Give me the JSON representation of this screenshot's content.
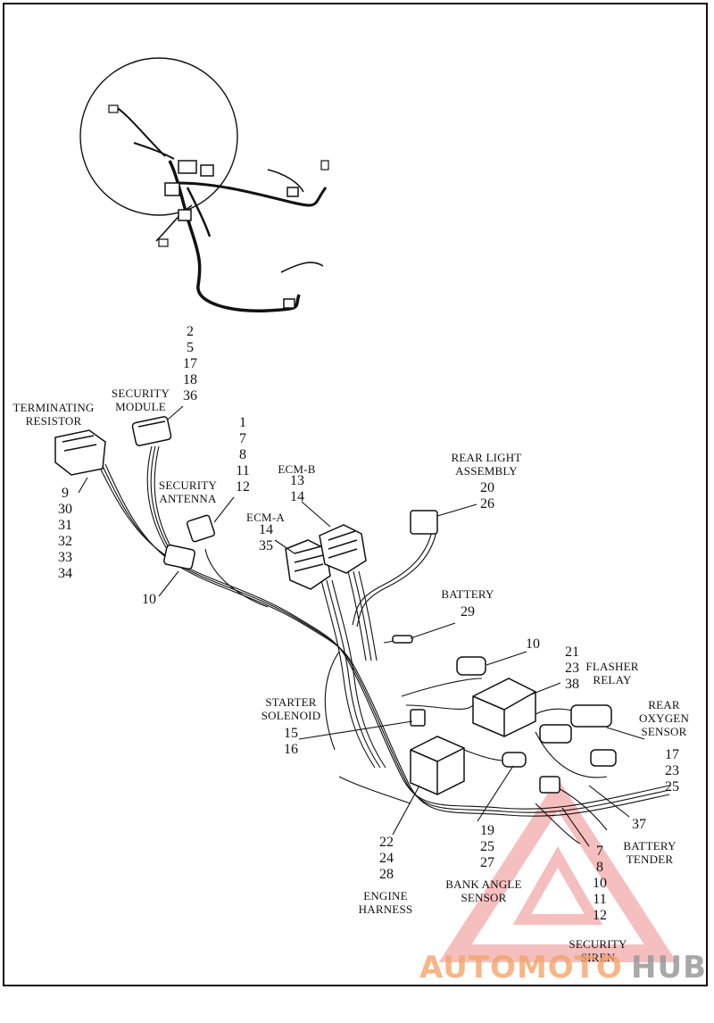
{
  "labels": {
    "terminating_resistor": [
      "TERMINATING",
      "RESISTOR"
    ],
    "security_module": [
      "SECURITY",
      "MODULE"
    ],
    "security_antenna": [
      "SECURITY",
      "ANTENNA"
    ],
    "ecm_b": "ECM-B",
    "ecm_a": "ECM-A",
    "rear_light_assembly": [
      "REAR LIGHT",
      "ASSEMBLY"
    ],
    "battery": "BATTERY",
    "flasher_relay": [
      "FLASHER",
      "RELAY"
    ],
    "rear_oxygen_sensor": [
      "REAR",
      "OXYGEN",
      "SENSOR"
    ],
    "starter_solenoid": [
      "STARTER",
      "SOLENOID"
    ],
    "battery_tender": [
      "BATTERY",
      "TENDER"
    ],
    "bank_angle_sensor": [
      "BANK ANGLE",
      "SENSOR"
    ],
    "engine_harness": [
      "ENGINE",
      "HARNESS"
    ],
    "security_siren": [
      "SECURITY",
      "SIREN"
    ]
  },
  "callouts": {
    "security_module": [
      "2",
      "5",
      "17",
      "18",
      "36"
    ],
    "security_antenna": [
      "1",
      "7",
      "8",
      "11",
      "12"
    ],
    "terminating_resistor": [
      "9",
      "30",
      "31",
      "32",
      "33",
      "34"
    ],
    "ecm_b": [
      "13",
      "14"
    ],
    "ecm_a": [
      "14",
      "35"
    ],
    "rear_light_assembly": [
      "20",
      "26"
    ],
    "harness_clip_left": [
      "10"
    ],
    "battery": [
      "29"
    ],
    "flasher_clip": [
      "10"
    ],
    "flasher_relay": [
      "21",
      "23",
      "38"
    ],
    "rear_oxygen_sensor": [
      "17",
      "23",
      "25"
    ],
    "starter_solenoid": [
      "15",
      "16"
    ],
    "battery_tender": [
      "37"
    ],
    "security_siren": [
      "7",
      "8",
      "10",
      "11",
      "12"
    ],
    "bank_angle_sensor": [
      "19",
      "25",
      "27"
    ],
    "engine_harness": [
      "22",
      "24",
      "28"
    ]
  },
  "watermark": {
    "part1": "AUTOMOTO",
    "part2": "HUB",
    "color1": "#f4a46a",
    "color2": "#9a9a9a",
    "triangle_color": "#ef8b8b"
  }
}
